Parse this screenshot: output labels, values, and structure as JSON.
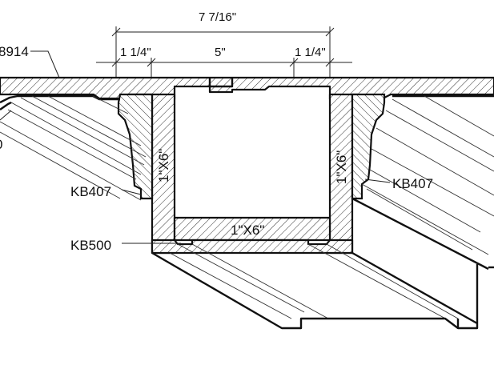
{
  "dimensions": {
    "overall": "7 7/16\"",
    "left_flange": "1 1/4\"",
    "center": "5\"",
    "right_flange": "1 1/4\""
  },
  "labels": {
    "top_left_part": "8914",
    "left_side_board": "1\"X6\"",
    "right_side_board": "1\"X6\"",
    "bottom_board": "1\"X6\"",
    "left_molding": "KB407",
    "right_molding": "KB407",
    "bottom_molding": "KB500",
    "left_edge_fragment": "0"
  }
}
